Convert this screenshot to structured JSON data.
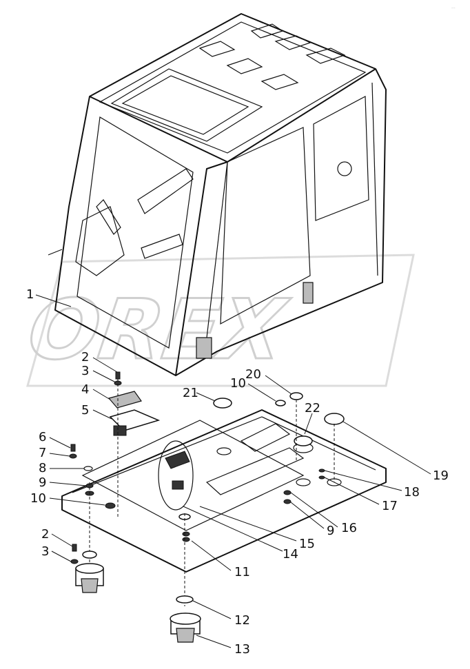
{
  "watermark_text": "OREX",
  "corner_stamp": "...",
  "callouts": [
    {
      "id": "c1",
      "label": "1"
    },
    {
      "id": "c2a",
      "label": "2"
    },
    {
      "id": "c3a",
      "label": "3"
    },
    {
      "id": "c4",
      "label": "4"
    },
    {
      "id": "c5",
      "label": "5"
    },
    {
      "id": "c6",
      "label": "6"
    },
    {
      "id": "c7",
      "label": "7"
    },
    {
      "id": "c8",
      "label": "8"
    },
    {
      "id": "c9a",
      "label": "9"
    },
    {
      "id": "c10a",
      "label": "10"
    },
    {
      "id": "c2b",
      "label": "2"
    },
    {
      "id": "c3b",
      "label": "3"
    },
    {
      "id": "c21",
      "label": "21"
    },
    {
      "id": "c10b",
      "label": "10"
    },
    {
      "id": "c20",
      "label": "20"
    },
    {
      "id": "c22",
      "label": "22"
    },
    {
      "id": "c19",
      "label": "19"
    },
    {
      "id": "c18",
      "label": "18"
    },
    {
      "id": "c17",
      "label": "17"
    },
    {
      "id": "c16",
      "label": "16"
    },
    {
      "id": "c9b",
      "label": "9"
    },
    {
      "id": "c15",
      "label": "15"
    },
    {
      "id": "c14",
      "label": "14"
    },
    {
      "id": "c11",
      "label": "11"
    },
    {
      "id": "c12",
      "label": "12"
    },
    {
      "id": "c13",
      "label": "13"
    }
  ]
}
